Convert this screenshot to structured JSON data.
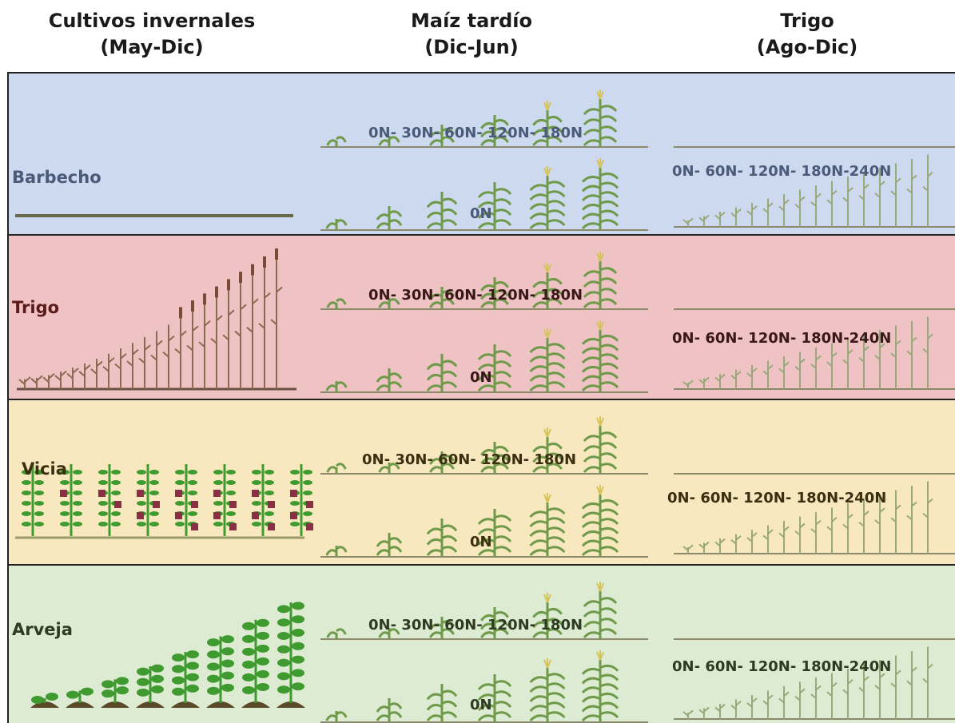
{
  "headers": [
    {
      "line1": "Cultivos invernales",
      "line2": "(May-Dic)"
    },
    {
      "line1": "Maíz tardío",
      "line2": "(Dic-Jun)"
    },
    {
      "line1": "Trigo",
      "line2": "(Ago-Dic)"
    }
  ],
  "rows": [
    {
      "label": "Barbecho",
      "label_color": "#4a5a78",
      "bg": "#cdd9ee",
      "maize_top": "0N- 30N- 60N- 120N- 180N",
      "maize_bottom": "0N",
      "wheat": "0N- 60N- 120N- 180N-240N",
      "text_color": "#4a5a78",
      "cover": "fallow-line"
    },
    {
      "label": "Trigo",
      "label_color": "#5a1a1a",
      "bg": "#efc3c4",
      "maize_top": "0N- 30N- 60N- 120N- 180N",
      "maize_bottom": "0N",
      "wheat": "0N- 60N- 120N- 180N-240N",
      "text_color": "#3a1818",
      "cover": "wheat-stages"
    },
    {
      "label": "Vicia",
      "label_color": "#3a3010",
      "bg": "#f8e8bf",
      "maize_top": "0N- 30N- 60N- 120N- 180N",
      "maize_bottom": "0N",
      "wheat": "0N- 60N- 120N- 180N-240N",
      "text_color": "#3a3010",
      "cover": "vetch-stages"
    },
    {
      "label": "Arveja",
      "label_color": "#2e3a22",
      "bg": "#dcebd2",
      "maize_top": "0N- 30N- 60N- 120N- 180N",
      "maize_bottom": "0N",
      "wheat": "0N- 60N- 120N- 180N-240N",
      "text_color": "#2e3a22",
      "cover": "pea-stages"
    }
  ],
  "colors": {
    "grid_line": "#222222",
    "maize_leaf": "#6e9a4a",
    "maize_tassel": "#d6c35a",
    "ground": "#8a8a6a",
    "pea_green": "#3f9a2f",
    "vetch_flower": "#8a2f45",
    "wheat_brown": "#8a6a50"
  }
}
